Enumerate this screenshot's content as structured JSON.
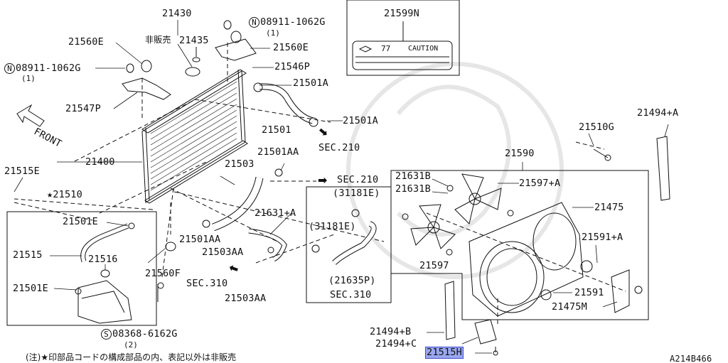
{
  "labels": {
    "l21430": "21430",
    "l21435_prefix": "非販売",
    "l21435": "21435",
    "l08911_top": "08911-1062G",
    "l08911_top_qty": "(1)",
    "l21560E_left": "21560E",
    "l21560E_right": "21560E",
    "l21546P": "21546P",
    "l08911_left": "08911-1062G",
    "l08911_left_qty": "(1)",
    "l21547P": "21547P",
    "l21501A_a": "21501A",
    "l21501A_b": "21501A",
    "l21501": "21501",
    "lSEC210_a": "SEC.210",
    "l21599N": "21599N",
    "caution_number": "77",
    "caution_word": "CAUTION",
    "front": "FRONT",
    "l21400": "21400",
    "l21515E": "21515E",
    "l21510": "★21510",
    "l21501E_a": "21501E",
    "l21515": "21515",
    "l21516": "21516",
    "l21501E_b": "21501E",
    "l21501AA_a": "21501AA",
    "l21503": "21503",
    "lSEC210_b": "SEC.210",
    "l31181E_a": "(31181E)",
    "l21631A_mid": "21631+A",
    "l31181E_b": "(31181E)",
    "l21501AA_b": "21501AA",
    "l21503AA_a": "21503AA",
    "l21560F": "21560F",
    "lSEC310_a": "SEC.310",
    "l21503AA_b": "21503AA",
    "l21635P": "(21635P)",
    "lSEC310_b": "SEC.310",
    "l08368": "08368-6162G",
    "l08368_qty": "(2)",
    "l21590": "21590",
    "l21510G": "21510G",
    "l21494A": "21494+A",
    "l21631B_a": "21631B",
    "l21631B_b": "21631B",
    "l21597A": "21597+A",
    "l21475": "21475",
    "l21591A": "21591+A",
    "l21597": "21597",
    "l21591": "21591",
    "l21475M": "21475M",
    "l21494B": "21494+B",
    "l21494C": "21494+C",
    "l21515H": "21515H",
    "circle_n": "N",
    "circle_s": "S",
    "footnote": "(注)★印部品コードの構成部品の内、表記以外は非販売",
    "drawing_code": "A214B466"
  }
}
